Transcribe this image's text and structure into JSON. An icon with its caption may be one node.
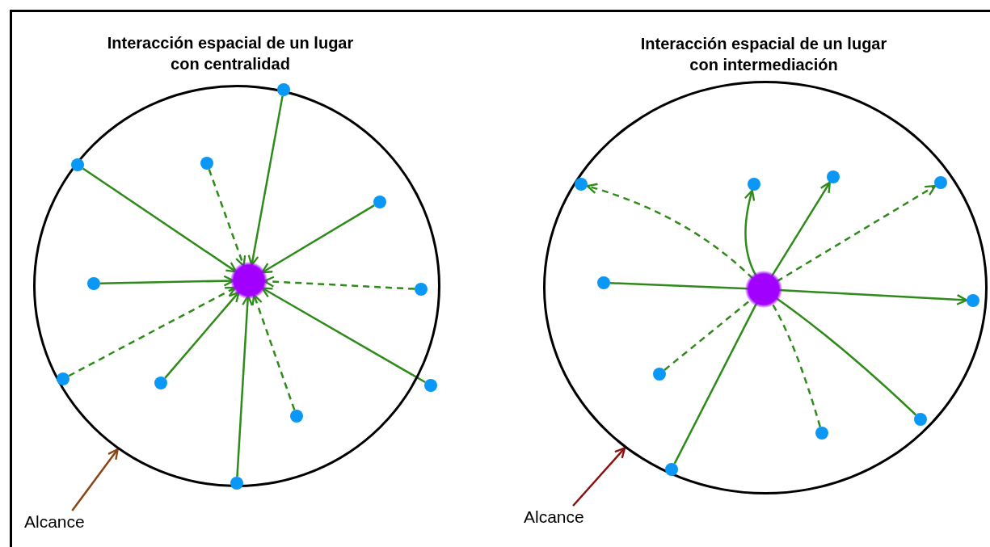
{
  "diagram": {
    "nodes": [
      {
        "text": [
          "Interacción espacial de un lugar con centralidad"
        ]
      },
      {
        "text": [],
        "shape": "circle",
        "in": 0
      },
      {
        "text": [],
        "shape": "circle",
        "in": 0
      },
      {
        "text": [],
        "shape": "circle",
        "in": 0
      },
      {
        "text": [],
        "shape": "circle",
        "in": 0
      },
      {
        "text": [],
        "shape": "circle",
        "in": 0
      },
      {
        "text": [],
        "shape": "circle",
        "in": 0
      },
      {
        "text": [],
        "shape": "circle",
        "in": 0
      },
      {
        "text": [],
        "shape": "circle",
        "in": 0
      },
      {
        "text": [],
        "shape": "circle",
        "in": 0
      },
      {
        "text": [],
        "shape": "circle",
        "in": 0
      },
      {
        "text": [],
        "shape": "circle",
        "in": 0
      },
      {
        "text": [],
        "shape": "circle",
        "in": 0
      },
      {
        "text": [
          "Interacción espacial de un lugar con intermediación"
        ]
      },
      {
        "text": [],
        "shape": "circle",
        "in": 13
      },
      {
        "text": [],
        "shape": "circle",
        "in": 13
      },
      {
        "text": [],
        "shape": "circle",
        "in": 13
      },
      {
        "text": [],
        "shape": "circle",
        "in": 13
      },
      {
        "text": [],
        "shape": "circle",
        "in": 13
      },
      {
        "text": [],
        "shape": "circle",
        "in": 13
      },
      {
        "text": [],
        "shape": "circle",
        "in": 13
      },
      {
        "text": [],
        "shape": "circle",
        "in": 13
      },
      {
        "text": [],
        "shape": "circle",
        "in": 13
      },
      {
        "text": [],
        "shape": "circle",
        "in": 13
      },
      {
        "text": [],
        "shape": "circle",
        "in": 13
      },
      {
        "text": [
          "Alcance"
        ]
      },
      {
        "text": [
          "Alcance"
        ]
      }
    ],
    "edges": [
      {
        "from": 2,
        "to": 1,
        "arrow": "to"
      },
      {
        "from": 3,
        "to": 1,
        "arrow": "to",
        "style": "dashed"
      },
      {
        "from": 4,
        "to": 1,
        "arrow": "to"
      },
      {
        "from": 5,
        "to": 1,
        "arrow": "to"
      },
      {
        "from": 6,
        "to": 1,
        "arrow": "to"
      },
      {
        "from": 7,
        "to": 1,
        "arrow": "to",
        "style": "dashed"
      },
      {
        "from": 8,
        "to": 1,
        "arrow": "to",
        "style": "dashed"
      },
      {
        "from": 9,
        "to": 1,
        "arrow": "to"
      },
      {
        "from": 10,
        "to": 1,
        "arrow": "to"
      },
      {
        "from": 11,
        "to": 1,
        "arrow": "to",
        "style": "dashed"
      },
      {
        "from": 12,
        "to": 1,
        "arrow": "to"
      },
      {
        "from": 14,
        "to": 15,
        "arrow": "to"
      },
      {
        "from": 14,
        "to": 16,
        "arrow": "to",
        "style": "dashed"
      },
      {
        "from": 14,
        "to": 17,
        "arrow": "to",
        "style": "dashed"
      },
      {
        "from": 14,
        "to": 18,
        "arrow": "to"
      },
      {
        "from": 19,
        "to": 14,
        "arrow": "none"
      },
      {
        "from": 14,
        "to": 20,
        "arrow": "to"
      },
      {
        "from": 21,
        "to": 14,
        "arrow": "none",
        "style": "dashed"
      },
      {
        "from": 22,
        "to": 14,
        "arrow": "none"
      },
      {
        "from": 23,
        "to": 14,
        "arrow": "none",
        "style": "dashed"
      },
      {
        "from": 24,
        "to": 14,
        "arrow": "none"
      },
      {
        "from": 25,
        "to": 0,
        "arrow": "to",
        "color": "#8b4513"
      },
      {
        "from": 26,
        "to": 13,
        "arrow": "to",
        "color": "#8b1010"
      }
    ]
  }
}
